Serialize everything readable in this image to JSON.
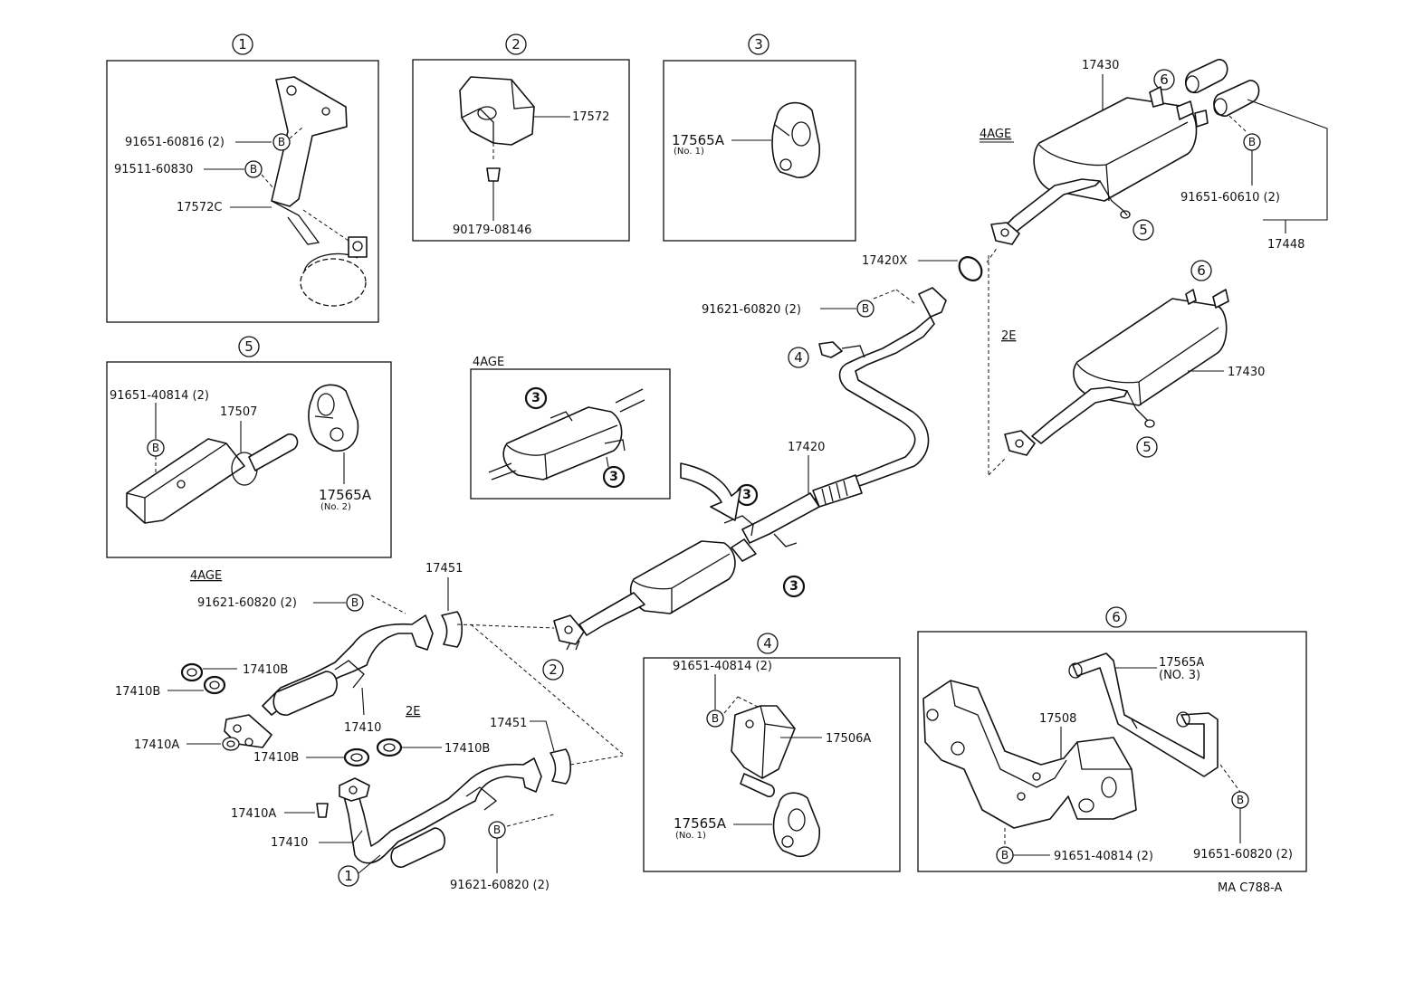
{
  "callouts": {
    "c1": "1",
    "c2": "2",
    "c3": "3",
    "c4": "4",
    "c5": "5",
    "c6": "6",
    "b": "B"
  },
  "box1": {
    "label_a": "91651-60816 (2)",
    "label_b": "91511-60830",
    "label_c": "17572C"
  },
  "box2": {
    "label_a": "17572",
    "label_b": "90179-08146"
  },
  "box3": {
    "label_a": "17565A",
    "label_a_note": "(No. 1)"
  },
  "box5": {
    "label_a": "91651-40814 (2)",
    "label_b": "17507",
    "label_c": "17565A",
    "label_c_note": "(No. 2)"
  },
  "box4": {
    "label_a": "91651-40814 (2)",
    "label_b": "17506A",
    "label_c": "17565A",
    "label_c_note": "(No. 1)"
  },
  "box6": {
    "label_a": "17565A",
    "label_a_note": "(NO. 3)",
    "label_b": "17508",
    "label_c": "91651-40814 (2)",
    "label_d": "91651-60820 (2)"
  },
  "inset_4age": {
    "title": "4AGE"
  },
  "main": {
    "tail_4age": "4AGE",
    "tail_2e": "2E",
    "p17430_top": "17430",
    "p17430_2e": "17430",
    "p91651_60610": "91651-60610 (2)",
    "p17448": "17448",
    "p17420x": "17420X",
    "p91621_top": "91621-60820 (2)",
    "p17420": "17420",
    "front_4age": "4AGE",
    "p91621_front": "91621-60820 (2)",
    "p17451_a": "17451",
    "p17410b_a": "17410B",
    "p17410b_b": "17410B",
    "p17410_a": "17410",
    "p17410a_a": "17410A",
    "front_2e": "2E",
    "p17451_b": "17451",
    "p17410b_c": "17410B",
    "p17410b_d": "17410B",
    "p17410a_b": "17410A",
    "p17410_b": "17410",
    "p91621_bottom": "91621-60820 (2)",
    "drawing_no": "MA C788-A"
  }
}
